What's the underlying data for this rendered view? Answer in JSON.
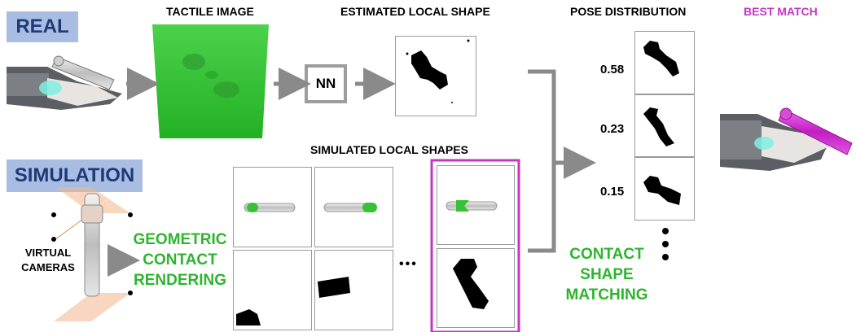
{
  "labels": {
    "real": "REAL",
    "simulation": "SIMULATION",
    "tactile_image": "TACTILE IMAGE",
    "estimated_local_shape": "ESTIMATED LOCAL SHAPE",
    "pose_distribution": "POSE DISTRIBUTION",
    "best_match": "BEST MATCH",
    "simulated_local_shapes": "SIMULATED LOCAL SHAPES",
    "nn": "NN",
    "virtual": "VIRTUAL",
    "cameras": "CAMERAS",
    "geometric": "GEOMETRIC",
    "contact": "CONTACT",
    "rendering": "RENDERING",
    "contact2": "CONTACT",
    "shape": "SHAPE",
    "matching": "MATCHING",
    "ellipsis": "•••"
  },
  "pose_probabilities": [
    "0.58",
    "0.23",
    "0.15"
  ],
  "colors": {
    "tag_bg": "#a9bde3",
    "tag_text": "#1f3a75",
    "highlight": "#c535c5",
    "green_text": "#2db52d",
    "tactile_green": "#3fc93f",
    "arrow": "#8a8a8a"
  }
}
